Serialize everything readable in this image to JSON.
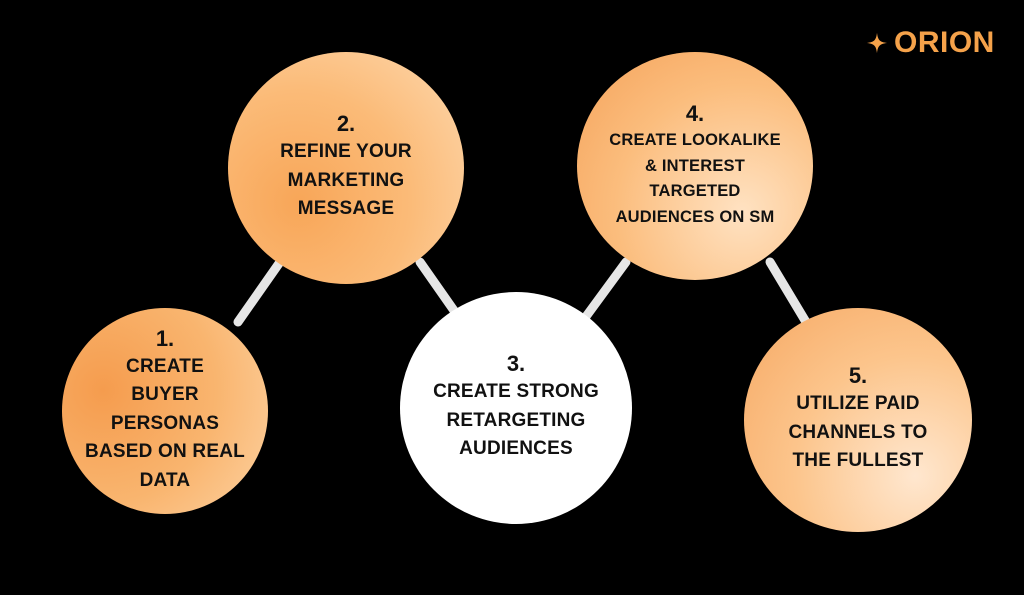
{
  "brand": {
    "name": "ORION",
    "icon": "four-point-star-icon",
    "color": "#f5a24a"
  },
  "colors": {
    "background": "#000000",
    "connector": "#e6e6e6",
    "highlight_node": "#ffffff",
    "accent_orange": "#f9b06a"
  },
  "steps": [
    {
      "number": "1.",
      "label": "CREATE\nBUYER\nPERSONAS\nBASED ON REAL\nDATA"
    },
    {
      "number": "2.",
      "label": "REFINE YOUR\nMARKETING\nMESSAGE"
    },
    {
      "number": "3.",
      "label": "CREATE STRONG\nRETARGETING\nAUDIENCES"
    },
    {
      "number": "4.",
      "label": "CREATE LOOKALIKE\n& INTEREST\nTARGETED\nAUDIENCES ON SM"
    },
    {
      "number": "5.",
      "label": "UTILIZE PAID\nCHANNELS TO\nTHE FULLEST"
    }
  ]
}
